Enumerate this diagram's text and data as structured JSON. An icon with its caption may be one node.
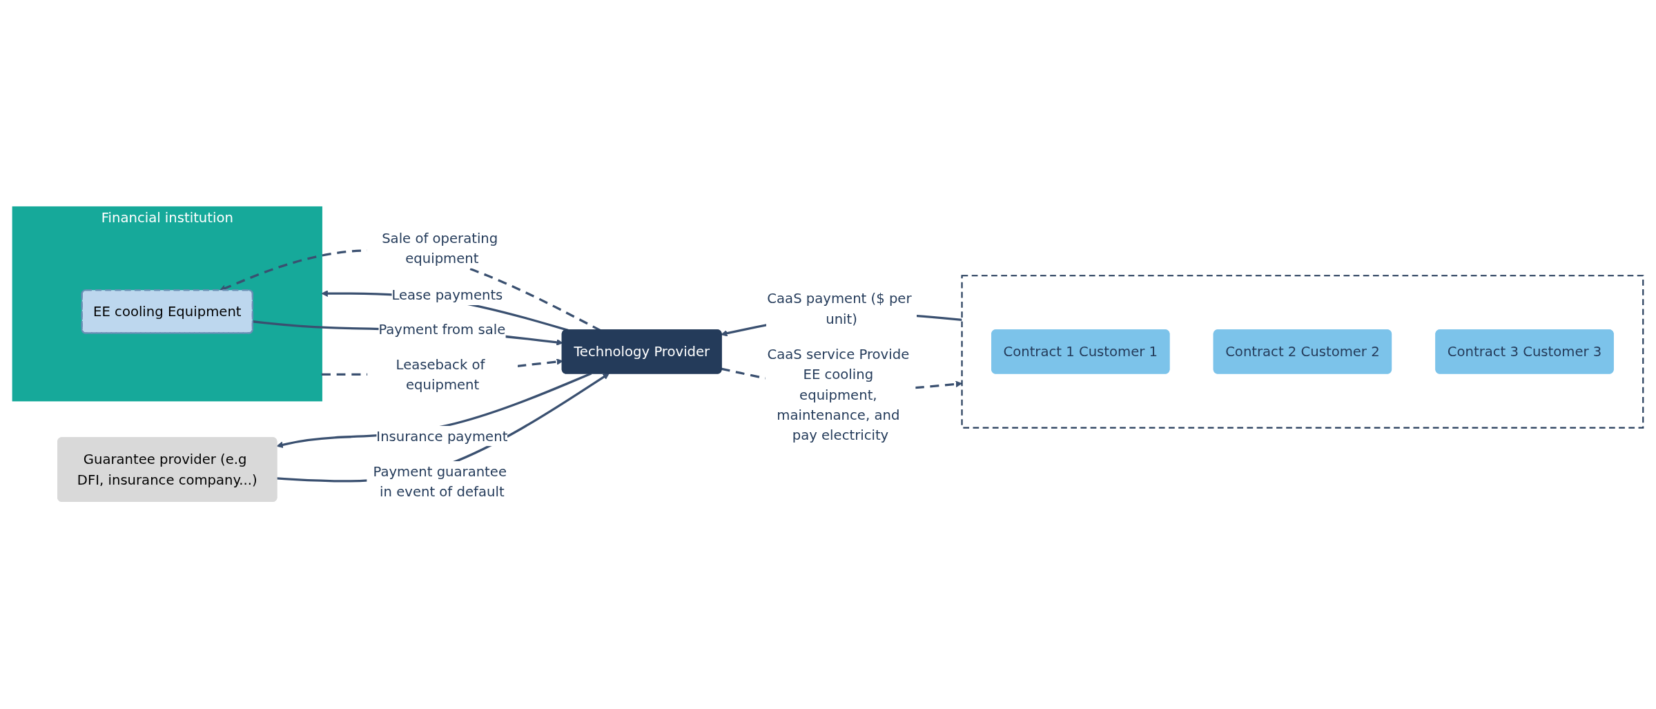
{
  "diagram": {
    "nodes": [
      {
        "text": [
          "Financial institution"
        ]
      },
      {
        "text": [
          "EE cooling Equipment"
        ],
        "in": 0
      },
      {
        "text": [
          "Technology Provider"
        ]
      },
      {
        "text": [],
        "shape": "box"
      },
      {
        "text": [
          "Contract 1 Customer 1"
        ],
        "in": 3
      },
      {
        "text": [
          "Contract 2 Customer 2"
        ],
        "in": 3
      },
      {
        "text": [
          "Contract 3 Customer 3"
        ],
        "in": 3
      },
      {
        "text": [
          "Guarantee provider (e.g DFI, insurance company...)"
        ]
      }
    ],
    "edges": [
      {
        "from": 2,
        "to": 1,
        "arrow": "to",
        "label": "Sale of operating equipment",
        "style": "dashed"
      },
      {
        "from": 1,
        "to": 2,
        "arrow": "to",
        "label": "Payment from sale"
      },
      {
        "from": 0,
        "to": 2,
        "arrow": "to",
        "label": "Leaseback of equipment",
        "style": "dashed"
      },
      {
        "from": 2,
        "to": 0,
        "arrow": "to",
        "label": "Lease payments"
      },
      {
        "from": 2,
        "to": 3,
        "arrow": "to",
        "label": "CaaS service Provide EE cooling equipment, maintenance, and pay electricity",
        "style": "dashed"
      },
      {
        "from": 3,
        "to": 2,
        "arrow": "to",
        "label": "CaaS payment ($ per unit)"
      },
      {
        "from": 2,
        "to": 7,
        "arrow": "to",
        "label": "Insurance payment"
      },
      {
        "from": 7,
        "to": 2,
        "arrow": "to",
        "label": "Payment guarantee in event of default"
      }
    ]
  }
}
